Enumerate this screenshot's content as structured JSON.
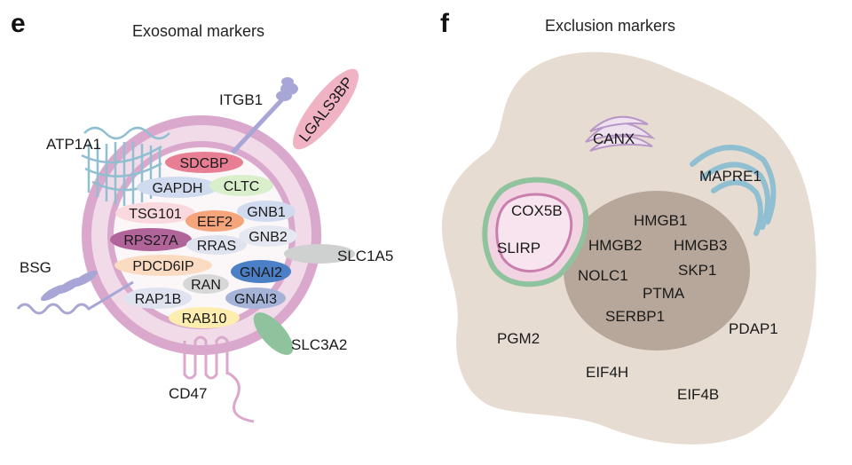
{
  "panels": {
    "e": {
      "letter": "e",
      "title": "Exosomal markers",
      "external_labels": {
        "itgb1": "ITGB1",
        "lgals3bp": "LGALS3BP",
        "atp1a1": "ATP1A1",
        "bsg": "BSG",
        "slc1a5": "SLC1A5",
        "slc3a2": "SLC3A2",
        "cd47": "CD47"
      },
      "internal_markers": {
        "sdcbp": "SDCBP",
        "gapdh": "GAPDH",
        "cltc": "CLTC",
        "tsg101": "TSG101",
        "eef2": "EEF2",
        "gnb1": "GNB1",
        "rps27a": "RPS27A",
        "rras": "RRAS",
        "gnb2": "GNB2",
        "pdcd6ip": "PDCD6IP",
        "gnai2": "GNAI2",
        "rap1b": "RAP1B",
        "ran": "RAN",
        "gnai3": "GNAI3",
        "rab10": "RAB10"
      }
    },
    "f": {
      "letter": "f",
      "title": "Exclusion markers",
      "organelles": {
        "canx": "CANX",
        "mapre1": "MAPRE1",
        "cox5b": "COX5B",
        "slirp": "SLIRP"
      },
      "nucleus": {
        "hmgb1": "HMGB1",
        "hmgb2": "HMGB2",
        "hmgb3": "HMGB3",
        "nolc1": "NOLC1",
        "skp1": "SKP1",
        "ptma": "PTMA",
        "serbp1": "SERBP1"
      },
      "cytoplasm": {
        "pgm2": "PGM2",
        "pdap1": "PDAP1",
        "eif4h": "EIF4H",
        "eif4b": "EIF4B"
      }
    }
  },
  "colors": {
    "membrane": "#d9a8cc",
    "membrane_inner": "#f2dbe9",
    "lumen": "#fbf7f8",
    "cell": "#e6dcd2",
    "nucleus": "#b7a79a",
    "receptor": "#8fbfd0",
    "lavender": "#a7a6d6"
  }
}
